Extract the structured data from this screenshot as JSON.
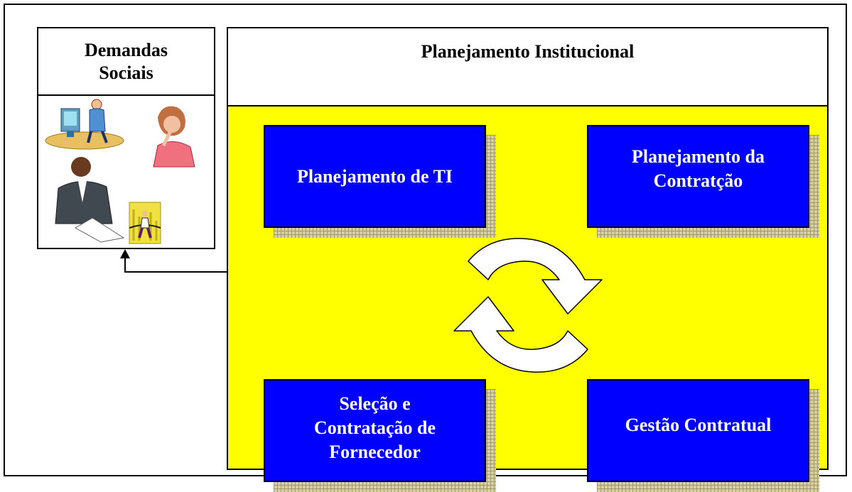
{
  "demandas": {
    "title_line1": "Demandas",
    "title_line2": "Sociais"
  },
  "planejamento": {
    "title": "Planejamento Institucional",
    "boxes": [
      {
        "lines": [
          "Planejamento de TI"
        ]
      },
      {
        "lines": [
          "Planejamento da",
          "Contratção"
        ]
      },
      {
        "lines": [
          "Seleção e",
          "Contratação de",
          "Fornecedor"
        ]
      },
      {
        "lines": [
          "Gestão Contratual"
        ]
      }
    ]
  },
  "colors": {
    "yellow_area": "#ffff00",
    "box_fill": "#0000ff",
    "box_text": "#ffffff"
  },
  "icons": [
    "people-clipart-icon",
    "cycle-arrows-icon",
    "arrow-up-icon"
  ]
}
